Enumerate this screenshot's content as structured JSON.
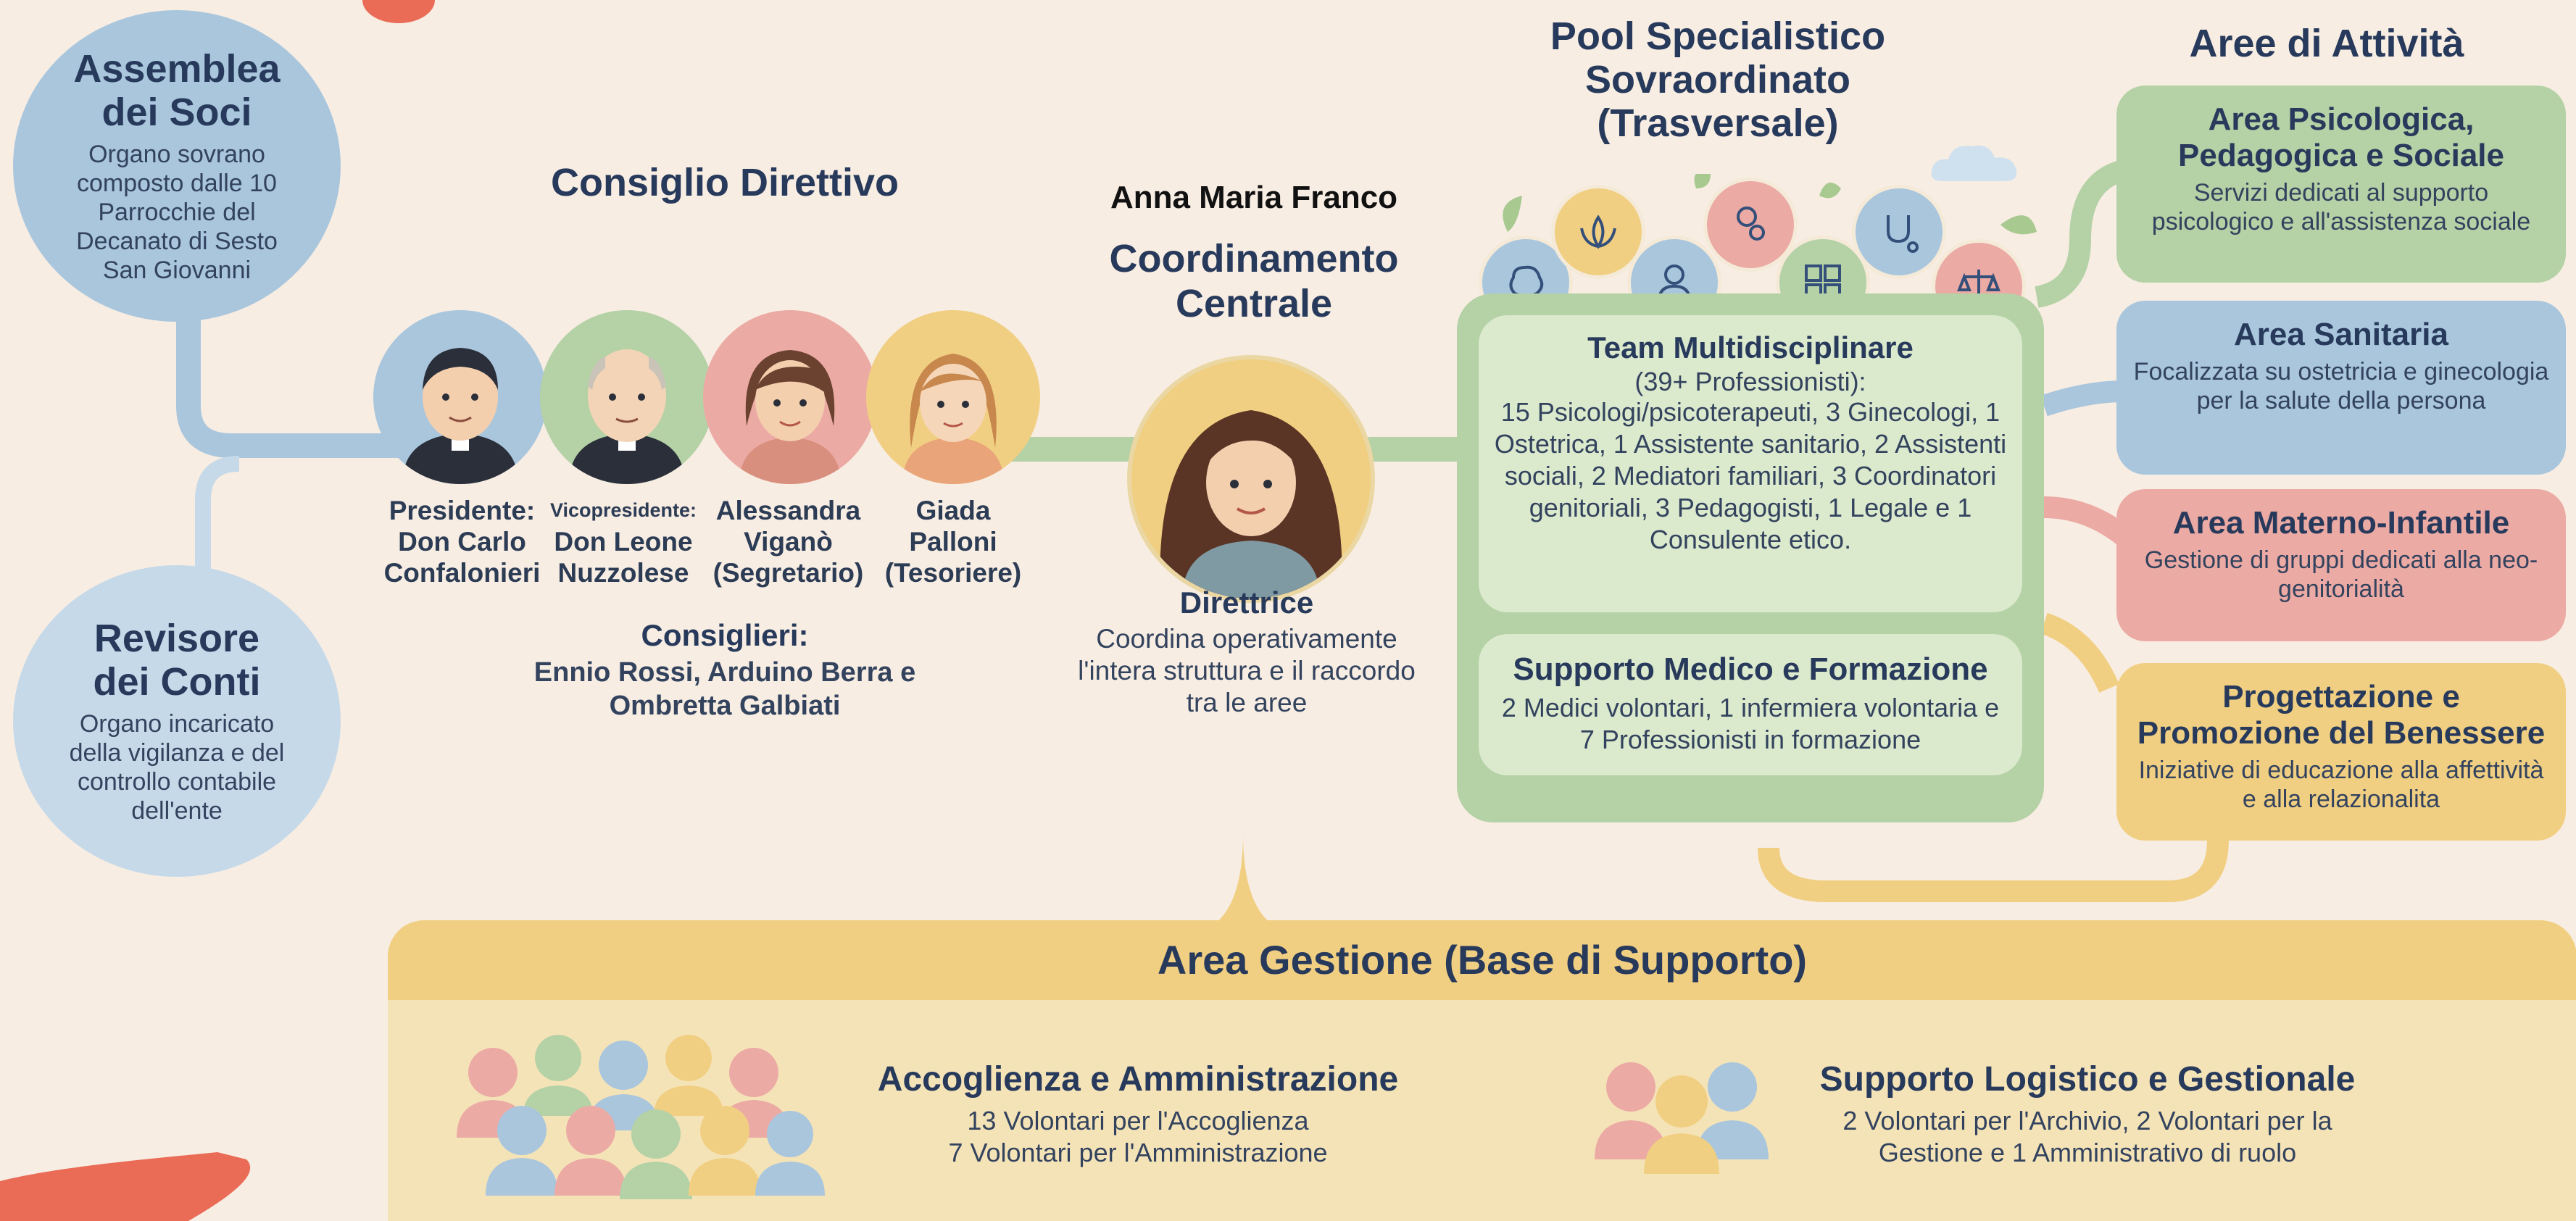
{
  "colors": {
    "background": "#f7ede3",
    "blue": "#a9c6dd",
    "green": "#b5d1a6",
    "pink": "#ecaaa4",
    "yellow": "#f1cf82",
    "accent": "#ea6c57"
  },
  "assemblea": {
    "title": "Assemblea dei Soci",
    "desc": "Organo sovrano composto dalle 10 Parrocchie del Decanato di Sesto San Giovanni"
  },
  "revisore": {
    "title": "Revisore dei Conti",
    "desc": "Organo incaricato della vigilanza e del controllo contabile dell'ente"
  },
  "consiglio": {
    "title": "Consiglio Direttivo",
    "members": [
      {
        "role": "Presidente:",
        "name": "Don Carlo Confalonieri"
      },
      {
        "role": "Vicopresidente:",
        "name": "Don Leone Nuzzolese"
      },
      {
        "role": "",
        "name": "Alessandra Viganò (Segretario)"
      },
      {
        "role": "",
        "name": "Giada Palloni (Tesoriere)"
      }
    ],
    "consiglieri_label": "Consiglieri:",
    "consiglieri": "Ennio Rossi, Arduino Berra e Ombretta Galbiati"
  },
  "coordinamento": {
    "person": "Anna Maria Franco",
    "title": "Coordinamento Centrale",
    "role": "Direttrice",
    "desc": "Coordina operativamente l'intera struttura e il raccordo tra le aree"
  },
  "pool": {
    "title": "Pool Specialistico Sovraordinato (Trasversale)",
    "team_title": "Team Multidisciplinare",
    "team_count": "(39+ Professionisti):",
    "team_desc": "15 Psicologi/psicoterapeuti, 3 Ginecologi, 1 Ostetrica, 1 Assistente sanitario, 2 Assistenti sociali, 2 Mediatori familiari, 3 Coordinatori genitoriali, 3 Pedagogisti, 1 Legale e 1 Consulente etico.",
    "support_title": "Supporto Medico e Formazione",
    "support_desc": "2 Medici volontari, 1 infermiera volontaria e 7 Professionisti in formazione"
  },
  "aree": {
    "title": "Aree di Attività",
    "items": [
      {
        "title": "Area Psicologica, Pedagogica e Sociale",
        "desc": "Servizi dedicati al supporto psicologico e all'assistenza sociale",
        "color": "#b5d1a6"
      },
      {
        "title": "Area Sanitaria",
        "desc": "Focalizzata su ostetricia e ginecologia per la salute della persona",
        "color": "#a9c6dd"
      },
      {
        "title": "Area Materno-Infantile",
        "desc": "Gestione di gruppi dedicati alla neo-genitorialità",
        "color": "#ecaaa4"
      },
      {
        "title": "Progettazione e Promozione del Benessere",
        "desc": "Iniziative di educazione alla affettività e alla relazionalita",
        "color": "#f1cf82"
      }
    ]
  },
  "gestione": {
    "title": "Area Gestione (Base di Supporto)",
    "left_title": "Accoglienza e Amministrazione",
    "left_line1": "13 Volontari per l'Accoglienza",
    "left_line2": "7 Volontari per l'Amministrazione",
    "right_title": "Supporto Logistico e Gestionale",
    "right_line1": "2 Volontari per l'Archivio, 2 Volontari per la",
    "right_line2": "Gestione e 1 Amministrativo di ruolo"
  },
  "icons": [
    "brain-icon",
    "lotus-icon",
    "mother-child-icon",
    "stethoscope-icon",
    "person-icon",
    "puzzle-icon",
    "family-icon",
    "scales-icon"
  ]
}
